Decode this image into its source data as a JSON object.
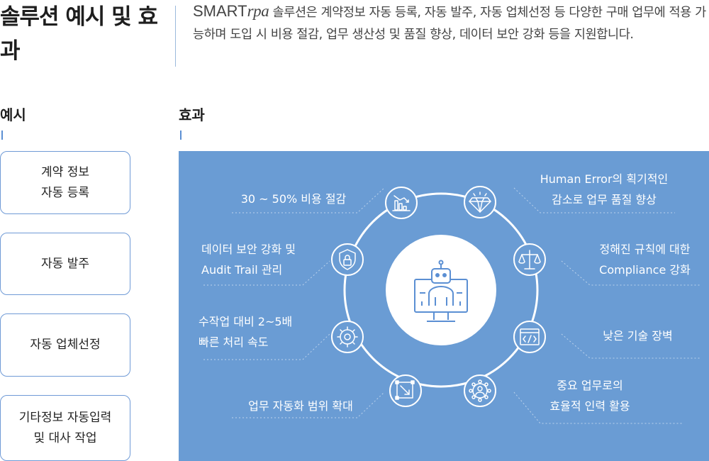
{
  "header": {
    "title": "솔루션 예시 및 효과",
    "intro_brand": "SMART",
    "intro_brand_italic": "rpa",
    "intro_text": " 솔루션은 계약정보 자동 등록, 자동 발주, 자동 업체선정 등 다양한 구매 업무에 적용 가능하며 도입 시 비용 절감, 업무 생산성 및 품질 향상, 데이터 보안 강화 등을 지원합니다."
  },
  "examples": {
    "heading": "예시",
    "items": [
      {
        "label": "계약 정보\n자동 등록"
      },
      {
        "label": "자동 발주"
      },
      {
        "label": "자동 업체선정"
      },
      {
        "label": "기타정보 자동입력\n및 대사 작업"
      }
    ]
  },
  "effects": {
    "heading": "효과",
    "items": [
      {
        "label": "30 ~ 50% 비용 절감",
        "icon": "cost-chart-icon"
      },
      {
        "label": "Human Error의 획기적인\n감소로 업무 품질 향상",
        "icon": "diamond-icon"
      },
      {
        "label": "데이터 보안 강화 및\nAudit Trail 관리",
        "icon": "shield-lock-icon"
      },
      {
        "label": "정해진 규칙에 대한\nCompliance 강화",
        "icon": "scales-icon"
      },
      {
        "label": "수작업 대비 2~5배\n빠른 처리 속도",
        "icon": "gear-speed-icon"
      },
      {
        "label": "낮은 기술 장벽",
        "icon": "code-window-icon"
      },
      {
        "label": "업무 자동화 범위 확대",
        "icon": "expand-area-icon"
      },
      {
        "label": "중요 업무로의\n효율적 인력 활용",
        "icon": "people-network-icon"
      }
    ],
    "center_icon": "robot-monitor-icon"
  },
  "colors": {
    "panel": "#6a9cd4",
    "accent": "#5b8fd3",
    "box_border": "#6f9ad6"
  }
}
